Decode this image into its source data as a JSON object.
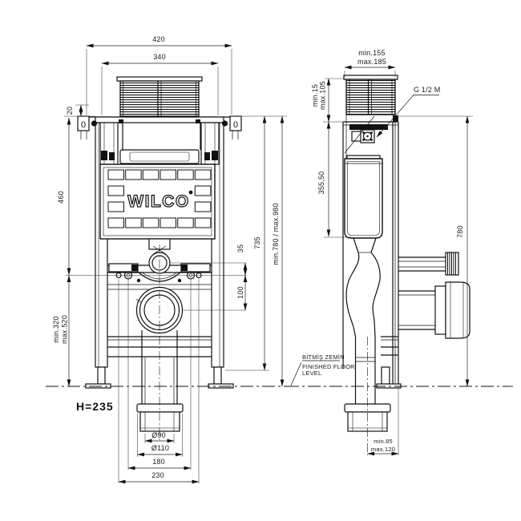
{
  "drawing_type": "concealed-cistern-installation-drawing",
  "colors": {
    "line": "#1a1a1a",
    "background": "#ffffff"
  },
  "front": {
    "dim_420": "420",
    "dim_340": "340",
    "dim_20": "20",
    "dim_460": "460",
    "dim_min320": "min.320",
    "dim_max520": "max.520",
    "dim_35": "35",
    "dim_100": "100",
    "dim_735": "735",
    "dim_range": "min.780 / max.980",
    "dia_90": "Ø90",
    "dia_110": "Ø110",
    "dim_180": "180",
    "dim_230": "230",
    "height_label": "H=235",
    "logo": "WILCO",
    "indicator_left": "0",
    "indicator_right": "0"
  },
  "side": {
    "dim_min155": "min.155",
    "dim_max185": "max.185",
    "dim_min15": "min.15",
    "dim_max105": "max.105",
    "inlet_thread": "G 1/2 M",
    "dim_355_50": "355,50",
    "dim_780": "780",
    "dim_min85": "min.85",
    "dim_max120": "max.120",
    "floor_tr": "BİTMİŞ ZEMİN",
    "floor_en_1": "FINISHED FLOOR",
    "floor_en_2": "LEVEL"
  }
}
